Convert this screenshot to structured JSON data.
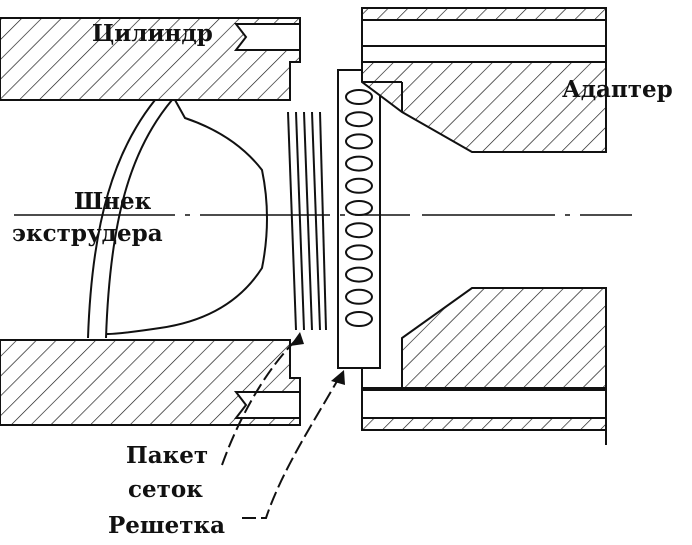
{
  "labels": {
    "cylinder": "Цилиндр",
    "adapter": "Адаптер",
    "screw_line1": "Шнек",
    "screw_line2": "экструдера",
    "screen_pack_line1": "Пакет",
    "screen_pack_line2": "сеток",
    "breaker_plate": "Решетка"
  },
  "colors": {
    "ink": "#111111",
    "background": "#ffffff"
  }
}
